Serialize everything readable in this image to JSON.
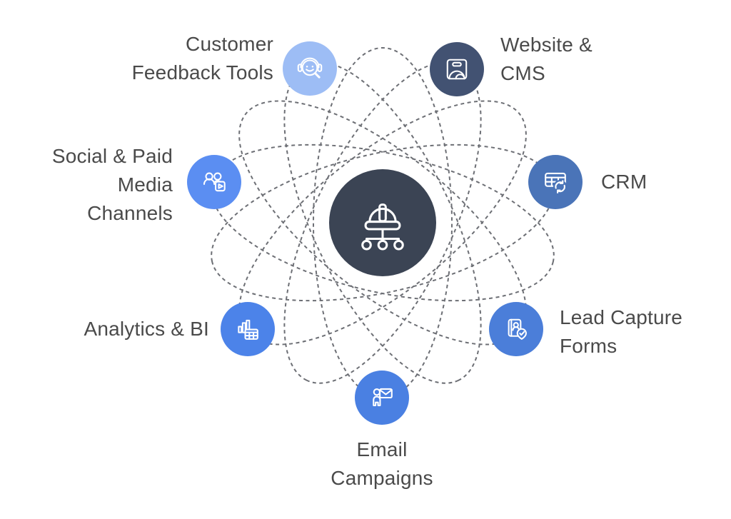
{
  "diagram": {
    "background_color": "#ffffff",
    "orbit_color": "#595c62",
    "label_color": "#4a4a4a",
    "icon_stroke": "#ffffff",
    "center": {
      "id": "hub",
      "icon": "hardhat-hierarchy-icon",
      "color": "#3b4454"
    },
    "nodes": [
      {
        "id": "customer-feedback-tools",
        "label": "Customer\nFeedback Tools",
        "icon": "headset-magnifier-icon",
        "color": "#9dbdf5"
      },
      {
        "id": "website-cms",
        "label": "Website &\nCMS",
        "icon": "browser-gauge-icon",
        "color": "#425272"
      },
      {
        "id": "crm",
        "label": "CRM",
        "icon": "table-sync-icon",
        "color": "#4a74b8"
      },
      {
        "id": "lead-capture-forms",
        "label": "Lead Capture\nForms",
        "icon": "id-card-check-icon",
        "color": "#4b7ed9"
      },
      {
        "id": "email-campaigns",
        "label": "Email\nCampaigns",
        "icon": "person-envelope-icon",
        "color": "#4a80e2"
      },
      {
        "id": "analytics-bi",
        "label": "Analytics & BI",
        "icon": "bar-chart-table-icon",
        "color": "#4c83e9"
      },
      {
        "id": "social-paid-media",
        "label": "Social & Paid\nMedia\nChannels",
        "icon": "people-video-icon",
        "color": "#5b8ef2"
      }
    ]
  }
}
